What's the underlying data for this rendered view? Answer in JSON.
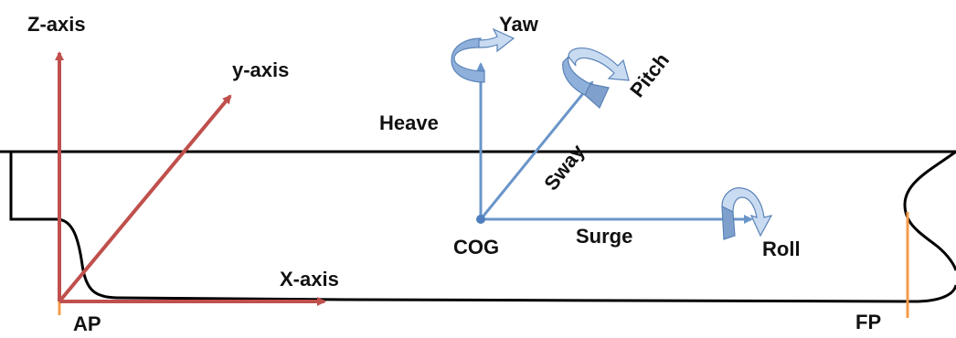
{
  "global_axes": {
    "z_label": "Z-axis",
    "y_label": "y-axis",
    "x_label": "X-axis",
    "color": "#c0504d"
  },
  "motions": {
    "heave": "Heave",
    "sway": "Sway",
    "surge": "Surge",
    "yaw": "Yaw",
    "pitch": "Pitch",
    "roll": "Roll",
    "color": "#6a95c9",
    "light_color": "#a9c4e6"
  },
  "points": {
    "cog": "COG",
    "ap": "AP",
    "fp": "FP",
    "perpendicular_color": "#f39c4a"
  },
  "hull": {
    "color": "#000000"
  }
}
